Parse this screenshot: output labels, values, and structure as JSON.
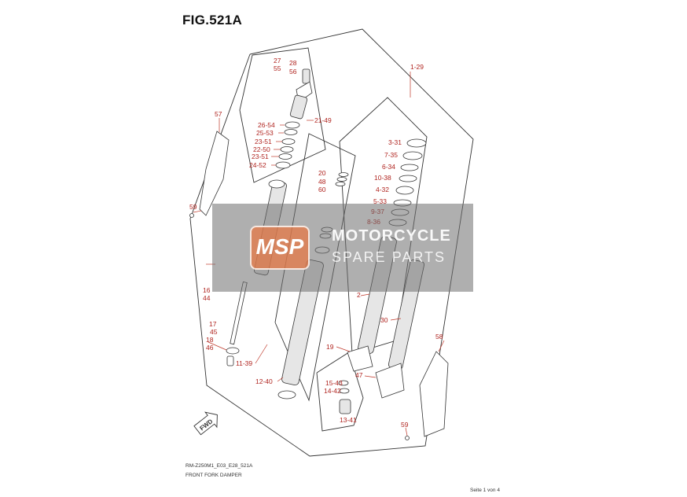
{
  "figure": {
    "title": "FIG.521A",
    "code": "RM-Z250M1_E03_E28_521A",
    "name": "FRONT FORK DAMPER",
    "page": "Seite 1 von 4"
  },
  "watermark": {
    "logo_text": "MSP",
    "line1": "MOTORCYCLE",
    "line2": "SPARE PARTS"
  },
  "callouts": [
    "27",
    "28",
    "55",
    "56",
    "21-49",
    "26-54",
    "25-53",
    "23-51",
    "22-50",
    "23-51",
    "24-52",
    "57",
    "59",
    "20",
    "48",
    "60",
    "16",
    "44",
    "17",
    "45",
    "18",
    "46",
    "11-39",
    "12-40",
    "1-29",
    "3-31",
    "7-35",
    "6-34",
    "10-38",
    "4-32",
    "5-33",
    "9-37",
    "8-36",
    "2",
    "30",
    "19",
    "47",
    "15-43",
    "14-42",
    "13-41",
    "58",
    "59"
  ],
  "fwd_label": "FWD"
}
